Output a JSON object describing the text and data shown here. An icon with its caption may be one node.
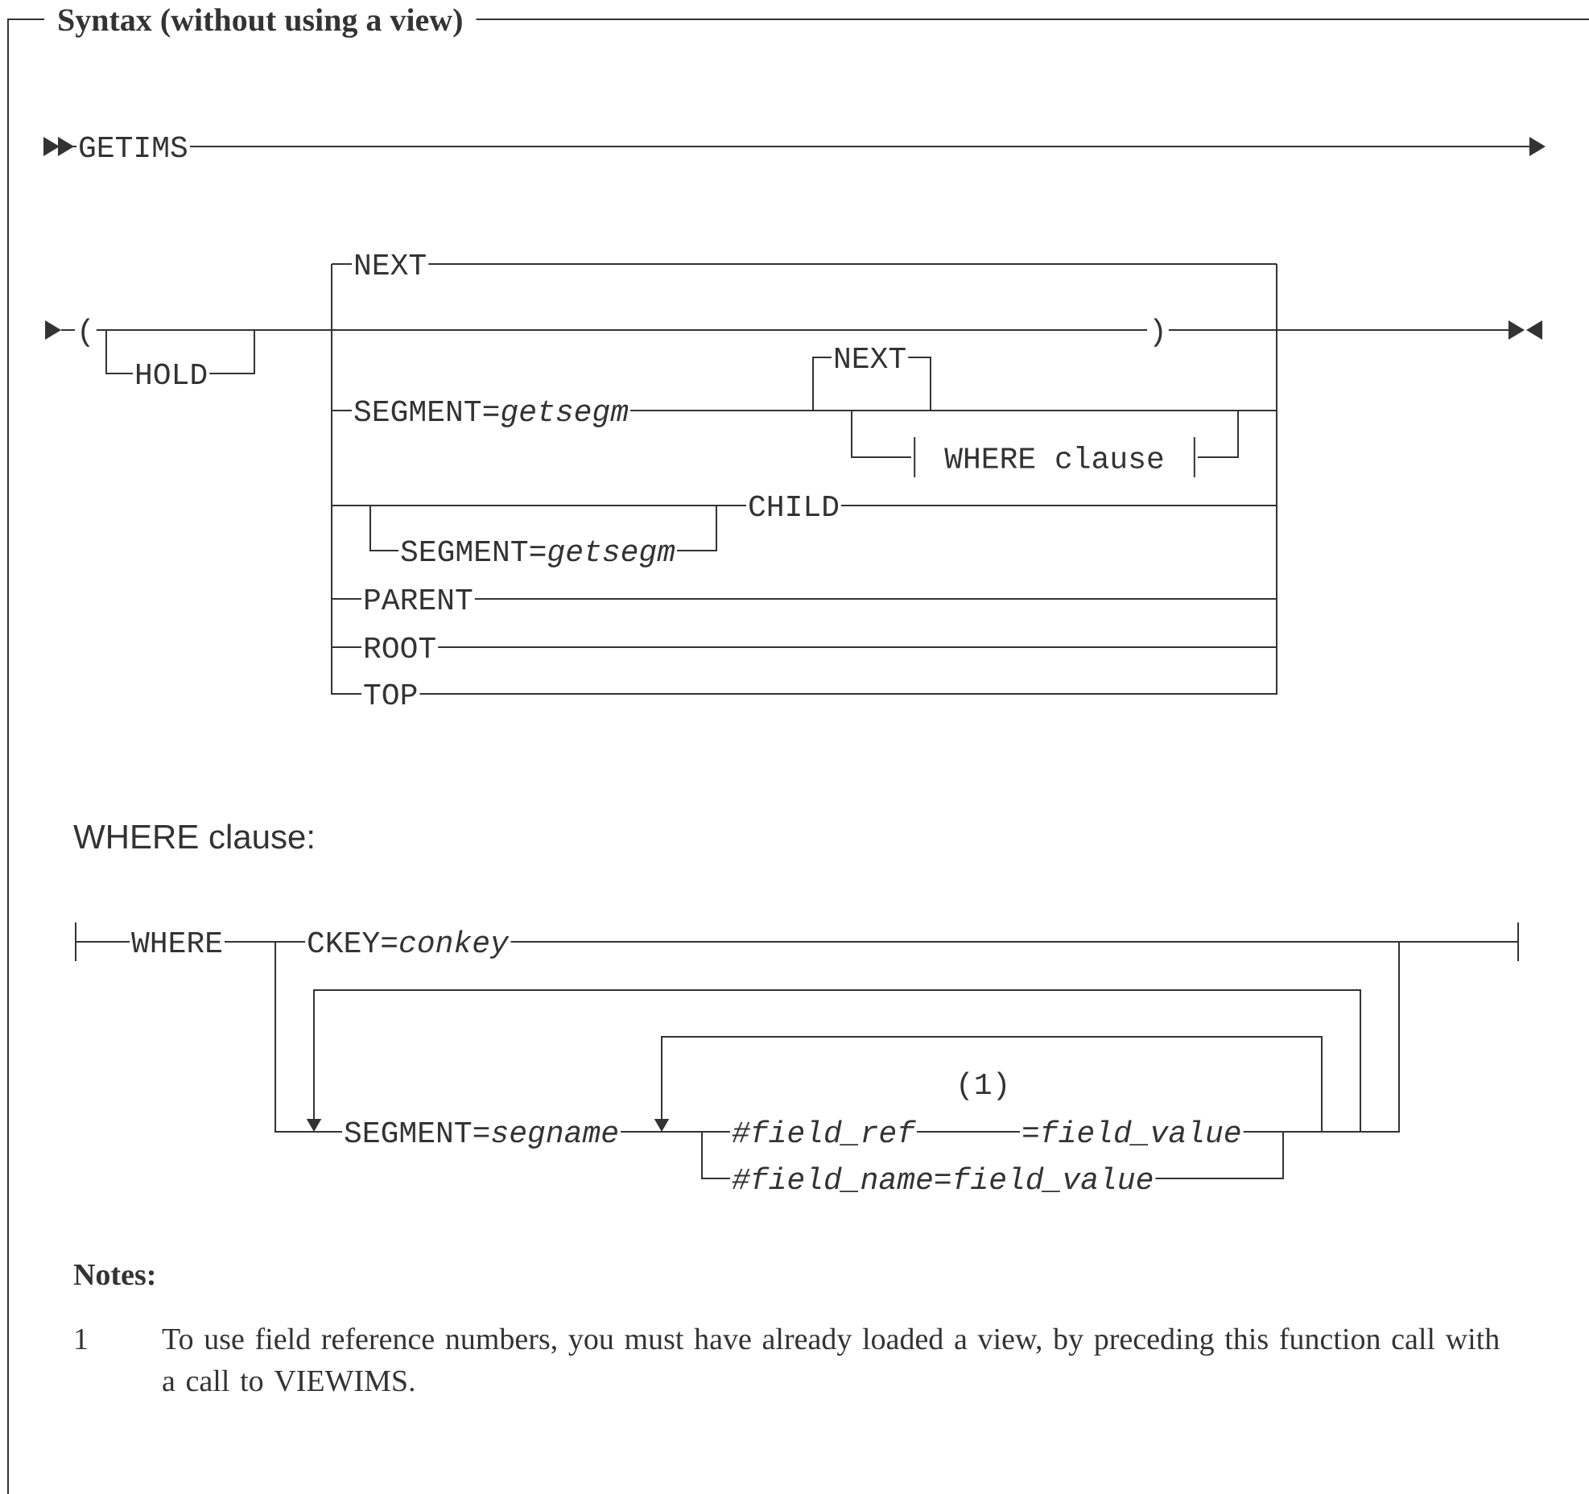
{
  "diagram": {
    "title": "Syntax (without using a view)",
    "nodes": [
      {
        "text": [
          "WHERE clause"
        ]
      }
    ],
    "labels": [
      "GETIMS",
      "(",
      "HOLD",
      "NEXT",
      ")",
      "SEGMENT=*getsegm*",
      "NEXT",
      "CHILD",
      "SEGMENT=*getsegm*",
      "PARENT",
      "ROOT",
      "TOP",
      "WHERE clause:",
      "WHERE",
      "CKEY=*conkey*",
      "(1)",
      "SEGMENT=*segname*",
      "#field_ref",
      "=field_value",
      "#field_name=field_value",
      "Notes:",
      "1",
      "To use field reference numbers, you must have already loaded a view, by preceding this function call with a call to VIEWIMS."
    ]
  }
}
